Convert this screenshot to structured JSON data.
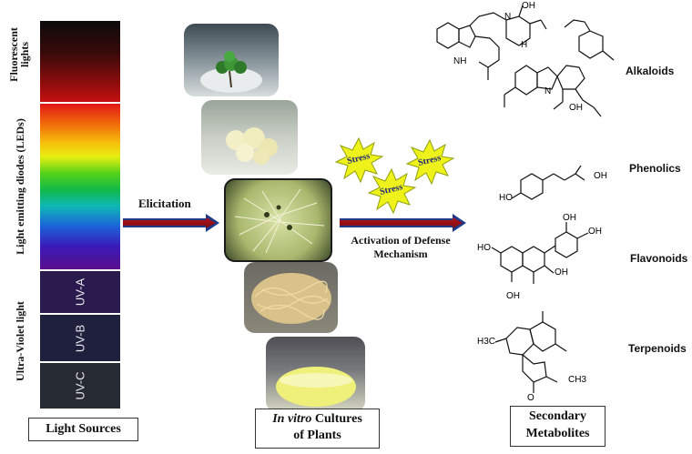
{
  "light_sources": {
    "fluorescent_label": "Fluorescent lights",
    "led_label": "Light emitting diodes (LEDs)",
    "uv_label": "Ultra-Violet light",
    "uv_bands": [
      "UV-A",
      "UV-B",
      "UV-C"
    ],
    "caption": "Light Sources"
  },
  "arrows": {
    "elicitation": "Elicitation",
    "activation_line1": "Activation of Defense",
    "activation_line2": "Mechanism"
  },
  "stress_bursts": [
    "Stress",
    "Stress",
    "Stress"
  ],
  "cultures": {
    "caption_italic": "In vitro",
    "caption_rest": " Cultures",
    "caption_line2": "of Plants"
  },
  "metabolites": {
    "items": [
      "Alkaloids",
      "Phenolics",
      "Flavonoids",
      "Terpenoids"
    ],
    "caption_line1": "Secondary",
    "caption_line2": "Metabolites"
  },
  "structure_labels": {
    "oh": "OH",
    "nh": "NH",
    "h": "H",
    "n": "N",
    "ho": "HO",
    "o": "O",
    "h3c": "H3C",
    "ch3": "CH3"
  }
}
